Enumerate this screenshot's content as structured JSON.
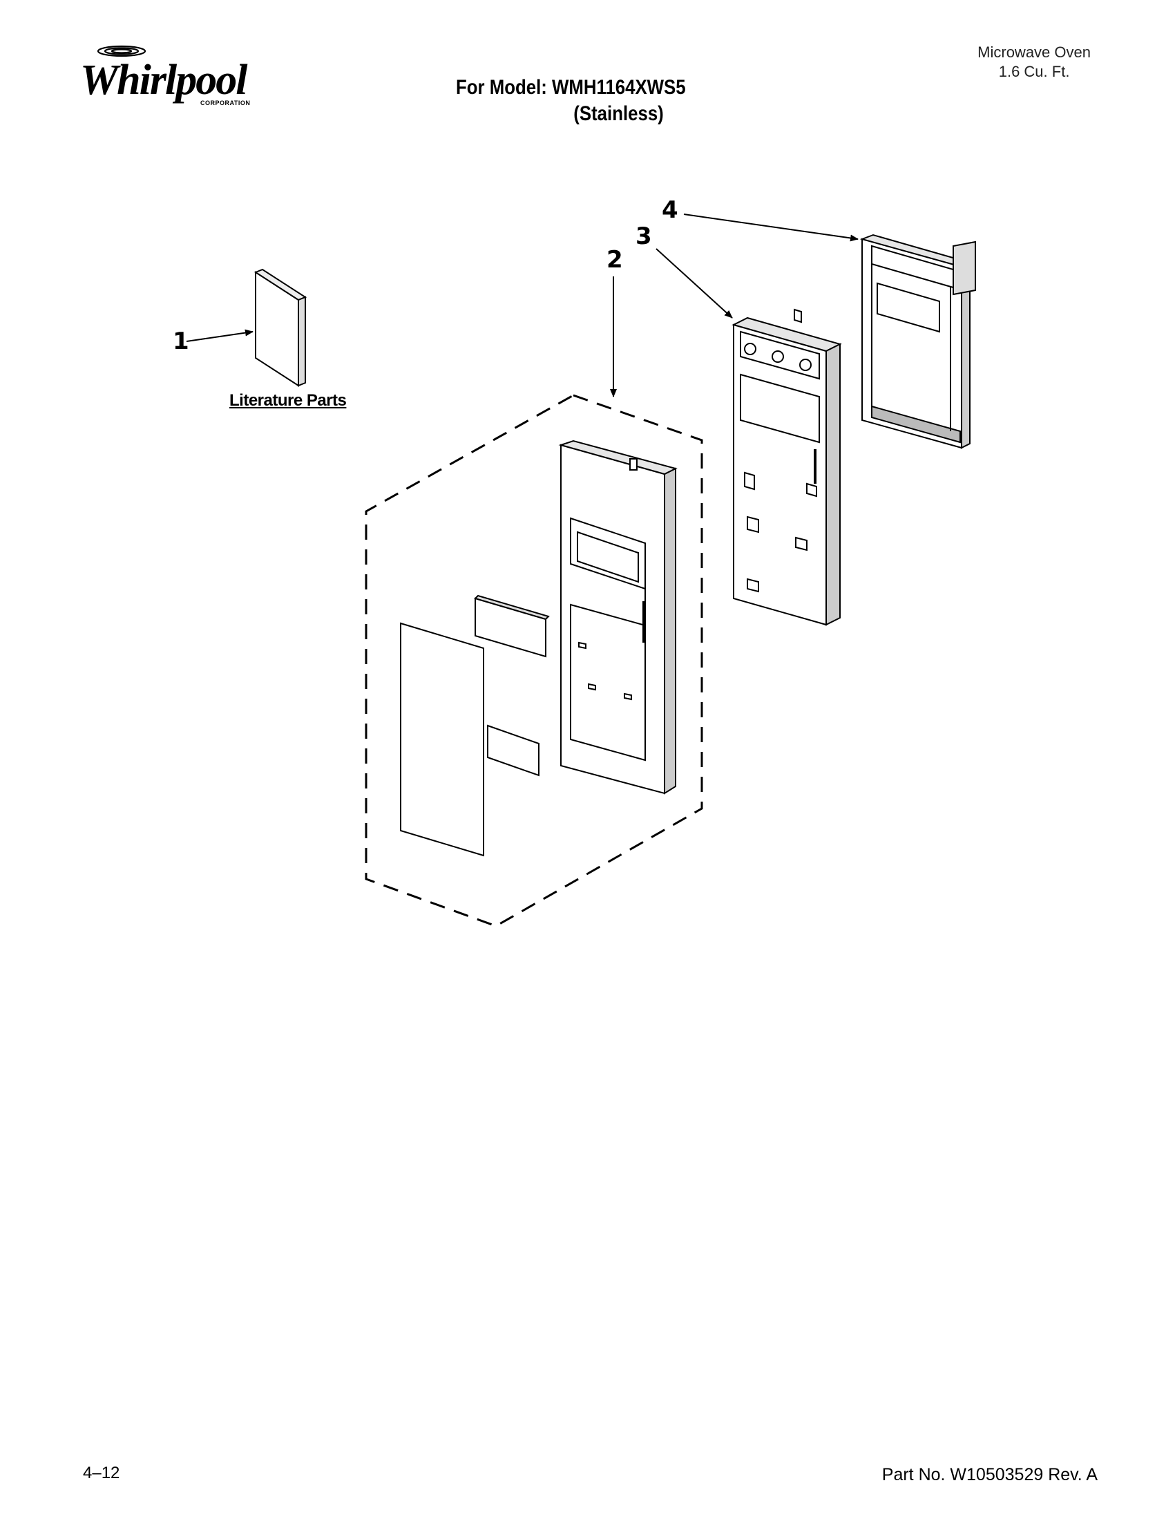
{
  "brand": {
    "name": "Whirlpool",
    "subtitle": "CORPORATION"
  },
  "header": {
    "model_line": "For Model: WMH1164XWS5",
    "finish_line": "(Stainless)",
    "product_name": "Microwave Oven",
    "product_capacity": "1.6 Cu. Ft."
  },
  "diagram": {
    "callouts": [
      "1",
      "2",
      "3",
      "4"
    ],
    "literature_label": "Literature Parts"
  },
  "footer": {
    "page_ref": "4–12",
    "part_number": "Part No. W10503529 Rev. A"
  }
}
